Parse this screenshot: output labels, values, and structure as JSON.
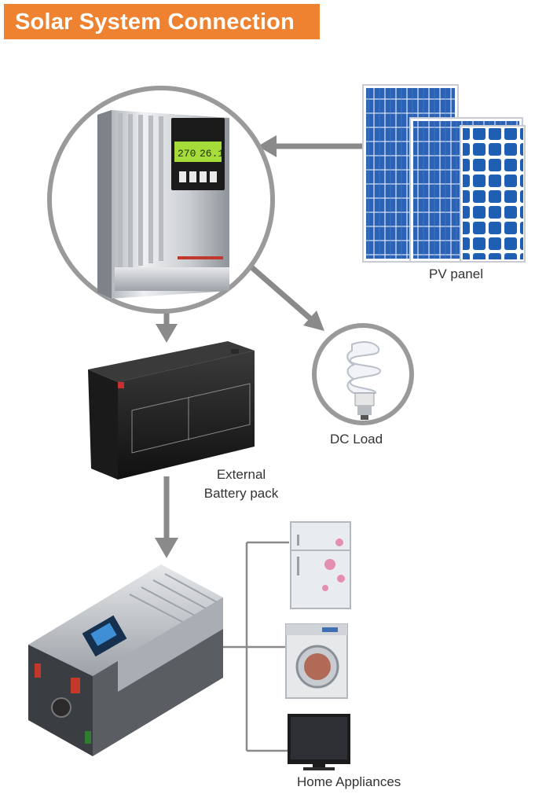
{
  "title": "Solar System Connection",
  "labels": {
    "pv_panel": "PV panel",
    "dc_load": "DC Load",
    "battery_line1": "External",
    "battery_line2": "Battery pack",
    "home_appliances": "Home Appliances"
  },
  "controller": {
    "display_left": "270",
    "display_right": "26.1"
  },
  "colors": {
    "title_background": "#ef8230",
    "title_text": "#ffffff",
    "arrow": "#8a8a8a",
    "circle": "#9a9a9a",
    "panel": "#2b5fb0"
  }
}
